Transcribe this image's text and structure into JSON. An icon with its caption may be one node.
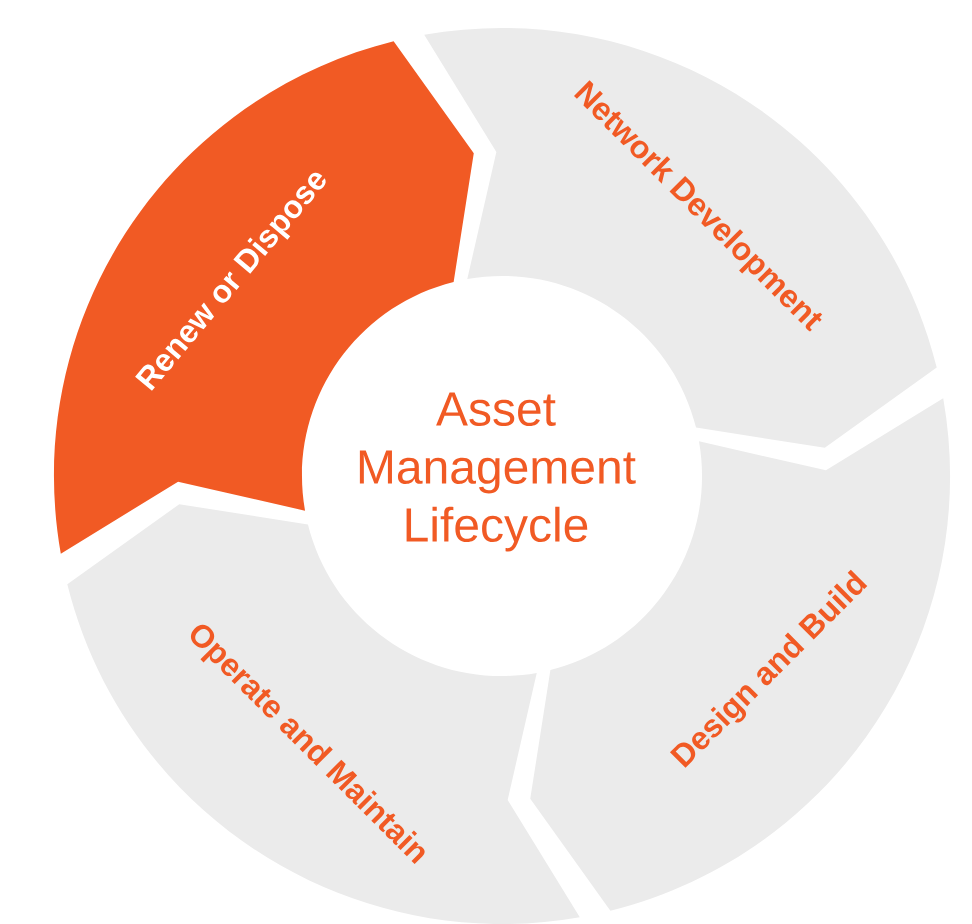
{
  "diagram": {
    "nodes": [
      {
        "text": [
          "Renew or Dispose"
        ]
      },
      {
        "text": [
          "Network Development"
        ]
      },
      {
        "text": [
          "Asset Management Lifecycle"
        ]
      },
      {
        "text": [
          "Operate and Maintain"
        ]
      },
      {
        "text": [
          "Design and Build"
        ]
      }
    ]
  }
}
